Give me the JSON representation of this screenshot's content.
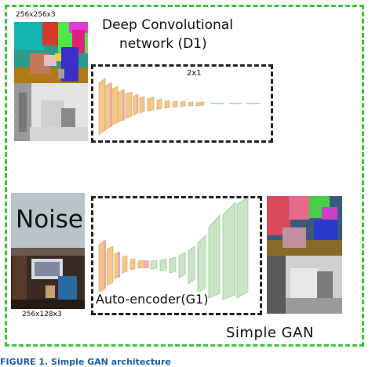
{
  "top_dim_label": "256x256x3",
  "bottom_dim_label": "256x128x3",
  "discriminator_title_line1": "Deep Convolutional",
  "discriminator_title_line2": "network (D1)",
  "output_label": "2x1",
  "noise_label": "Noise",
  "generator_label": "Auto-encoder(G1)",
  "system_label": "Simple GAN",
  "figure_caption": "FIGURE 1. Simple GAN architecture",
  "colors": {
    "outer_border": "#3ec43e",
    "inner_border": "#222222",
    "discriminator_layers": "#f3c889",
    "generator_layers": "#c8e6c4",
    "noise_box": "#b9c4c9",
    "caption": "#1f5ea8"
  }
}
